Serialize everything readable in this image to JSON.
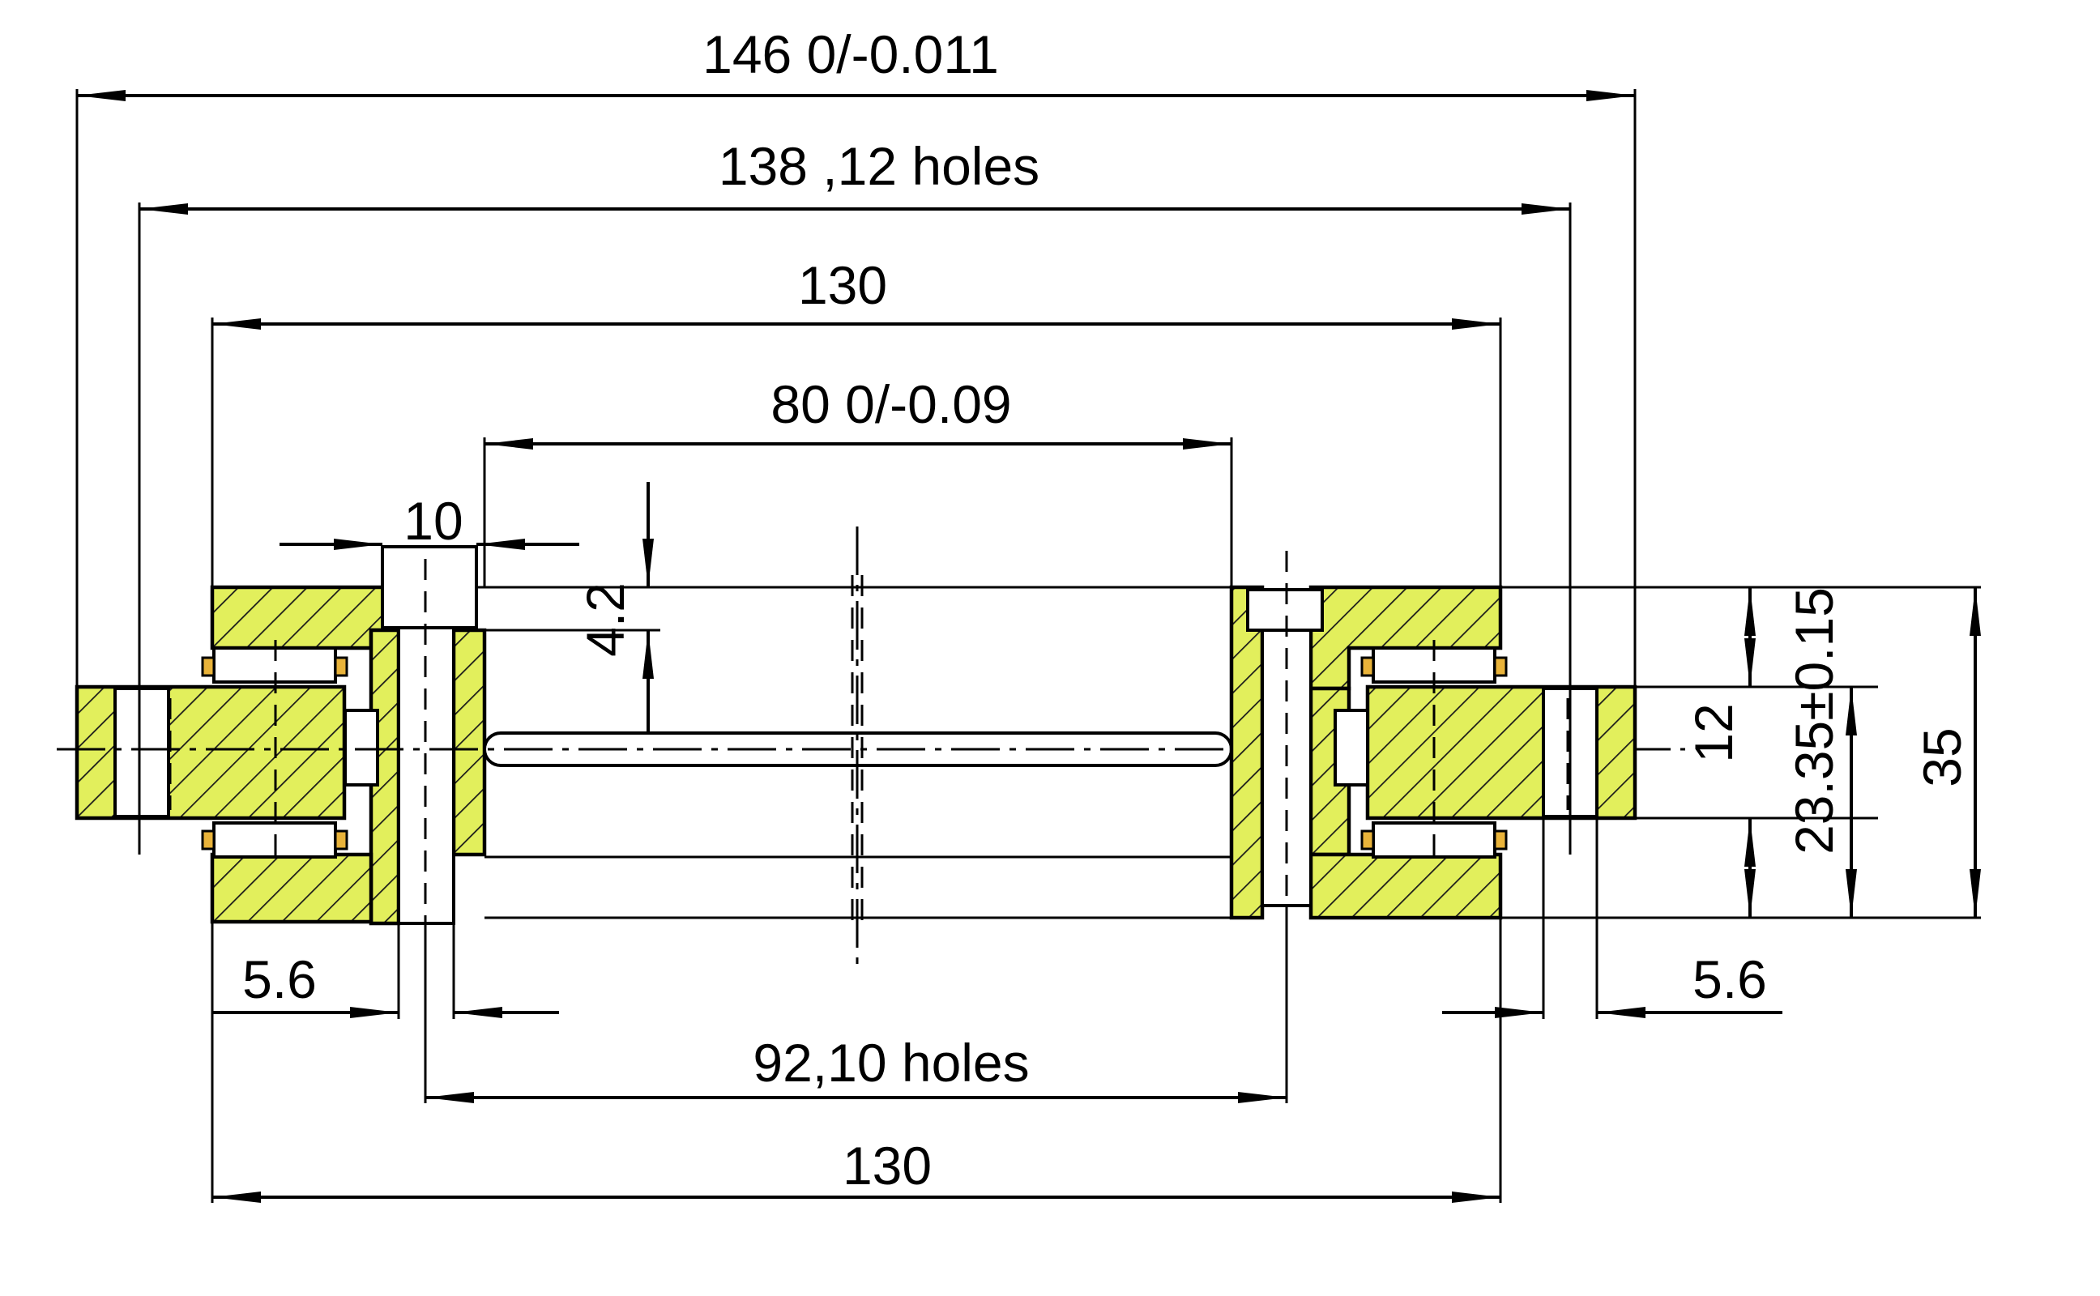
{
  "drawing": {
    "title": "",
    "hatch_color": "#e2ef5c",
    "roller_accent_color": "#e9b33a",
    "line_color": "#000000"
  },
  "dimensions": {
    "d_outer": "146 0/-0.011",
    "d_holes_outer": "138 ,12 holes",
    "d_top_130": "130",
    "d_inner": "80 0/-0.09",
    "d_bolt_head": "10",
    "d_recess": "4.2",
    "d_left_56": "5.6",
    "d_right_56": "5.6",
    "d_holes_inner": "92,10 holes",
    "d_bottom_130": "130",
    "d_ring_height": "12",
    "d_mid_height": "23.35±0.15",
    "d_total_height": "35"
  }
}
